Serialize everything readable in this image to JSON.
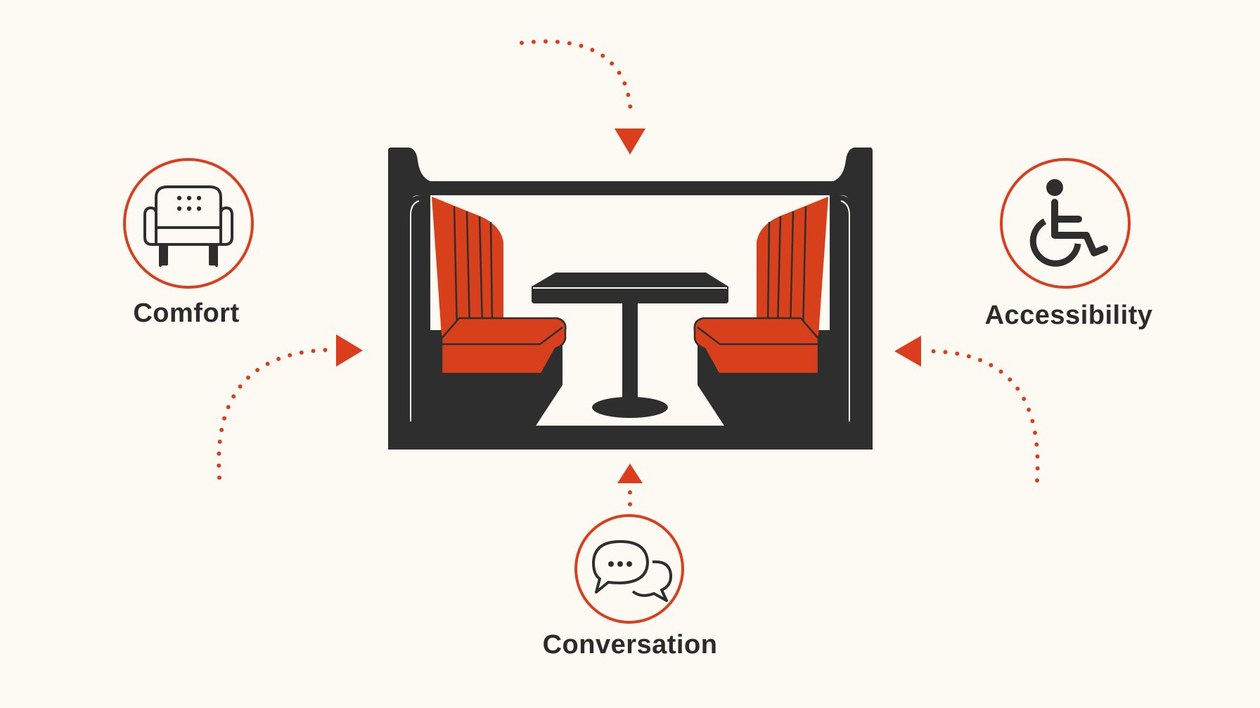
{
  "colors": {
    "background": "#fcfaf2",
    "accent": "#dc3d1c",
    "dark": "#2e2e2e",
    "cushion": "#d8401b"
  },
  "center": {
    "icon": "restaurant-booth-icon"
  },
  "features": [
    {
      "key": "comfort",
      "label": "Comfort",
      "icon": "armchair-icon"
    },
    {
      "key": "accessibility",
      "label": "Accessibility",
      "icon": "wheelchair-icon"
    },
    {
      "key": "conversation",
      "label": "Conversation",
      "icon": "speech-bubbles-icon"
    }
  ]
}
